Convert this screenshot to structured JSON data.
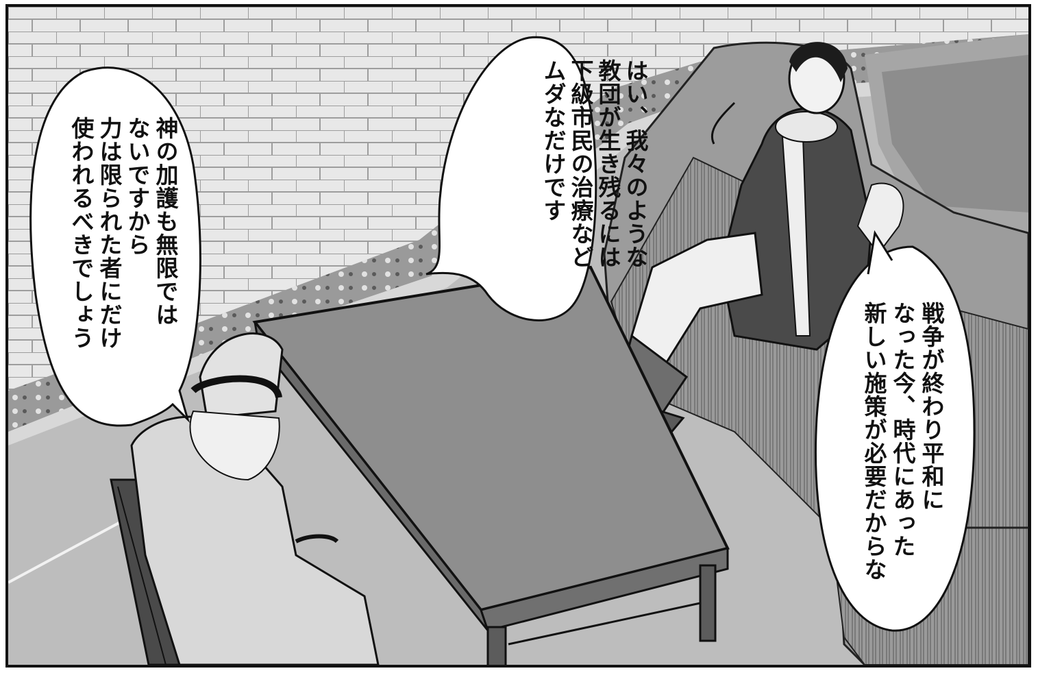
{
  "bubbles": {
    "center": {
      "lines": [
        "はい、我々のような",
        "教団が生き残るには",
        "下級市民の治療など",
        "ムダなだけです"
      ]
    },
    "right": {
      "lines": [
        "戦争が終わり平和に",
        "なった今、時代にあった",
        "新しい施策が必要だからな"
      ]
    },
    "left": {
      "lines": [
        "神の加護も無限では",
        "ないですから",
        "力は限られた者にだけ",
        "使われるべきでしょう"
      ]
    }
  },
  "colors": {
    "paper": "#ffffff",
    "ink": "#111111",
    "floor": "#b9b9b9",
    "wall_brick": "#e6e6e6",
    "sofa": "#9a9a9a",
    "table": "#8c8c8c",
    "coat": "#4a4a4a"
  }
}
